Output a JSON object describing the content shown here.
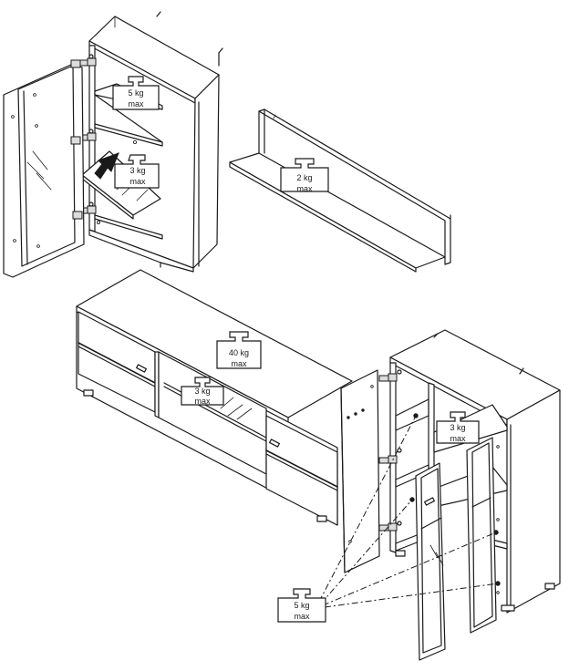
{
  "weight_labels": {
    "cabinet_top_shelf": {
      "value": "5 kg",
      "unit": "max"
    },
    "cabinet_glass_shelf": {
      "value": "3 kg",
      "unit": "max"
    },
    "wall_shelf": {
      "value": "2 kg",
      "unit": "max"
    },
    "tv_unit_top": {
      "value": "40 kg",
      "unit": "max"
    },
    "tv_unit_glass_shelf": {
      "value": "3 kg",
      "unit": "max"
    },
    "right_cabinet_shelf": {
      "value": "3 kg",
      "unit": "max"
    },
    "door_shelves": {
      "value": "5 kg",
      "unit": "max"
    }
  },
  "icons": {
    "insert_arrow": "arrow-icon",
    "weight": "weight-icon",
    "hinge": "hinge-icon"
  },
  "colors": {
    "line": "#1a1a1a",
    "background": "#ffffff"
  }
}
